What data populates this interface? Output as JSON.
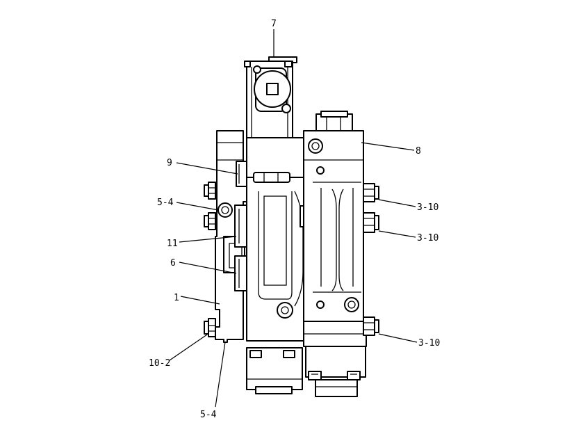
{
  "diagram": {
    "labels": [
      {
        "id": "7",
        "text": "7"
      },
      {
        "id": "8",
        "text": "8"
      },
      {
        "id": "9",
        "text": "9"
      },
      {
        "id": "5-4-a",
        "text": "5-4"
      },
      {
        "id": "3-10-a",
        "text": "3-10"
      },
      {
        "id": "3-10-b",
        "text": "3-10"
      },
      {
        "id": "11",
        "text": "11"
      },
      {
        "id": "6",
        "text": "6"
      },
      {
        "id": "1",
        "text": "1"
      },
      {
        "id": "3-10-c",
        "text": "3-10"
      },
      {
        "id": "10-2",
        "text": "10-2"
      },
      {
        "id": "5-4-b",
        "text": "5-4"
      }
    ]
  }
}
